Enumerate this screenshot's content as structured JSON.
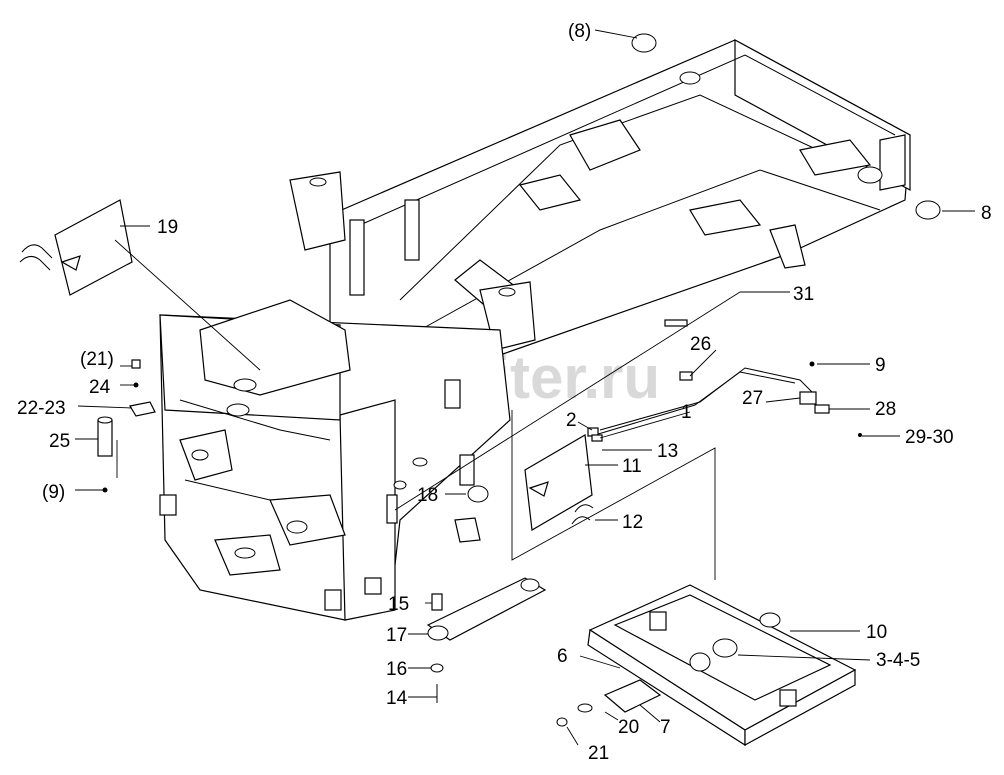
{
  "watermark": "autopiter.ru",
  "callouts": [
    {
      "id": "c8a",
      "text": "(8)"
    },
    {
      "id": "c8b",
      "text": "8"
    },
    {
      "id": "c19",
      "text": "19"
    },
    {
      "id": "c31",
      "text": "31"
    },
    {
      "id": "c21a",
      "text": "(21)"
    },
    {
      "id": "c24",
      "text": "24"
    },
    {
      "id": "c2223",
      "text": "22-23"
    },
    {
      "id": "c25",
      "text": "25"
    },
    {
      "id": "c9a",
      "text": "(9)"
    },
    {
      "id": "c26",
      "text": "26"
    },
    {
      "id": "c9b",
      "text": "9"
    },
    {
      "id": "c27",
      "text": "27"
    },
    {
      "id": "c28",
      "text": "28"
    },
    {
      "id": "c2",
      "text": "2"
    },
    {
      "id": "c1",
      "text": "1"
    },
    {
      "id": "c2930",
      "text": "29-30"
    },
    {
      "id": "c13",
      "text": "13"
    },
    {
      "id": "c11",
      "text": "11"
    },
    {
      "id": "c18",
      "text": "18"
    },
    {
      "id": "c12",
      "text": "12"
    },
    {
      "id": "c10",
      "text": "10"
    },
    {
      "id": "c15",
      "text": "15"
    },
    {
      "id": "c17",
      "text": "17"
    },
    {
      "id": "c6",
      "text": "6"
    },
    {
      "id": "c345",
      "text": "3-4-5"
    },
    {
      "id": "c16",
      "text": "16"
    },
    {
      "id": "c14",
      "text": "14"
    },
    {
      "id": "c20",
      "text": "20"
    },
    {
      "id": "c7",
      "text": "7"
    },
    {
      "id": "c21b",
      "text": "21"
    }
  ]
}
